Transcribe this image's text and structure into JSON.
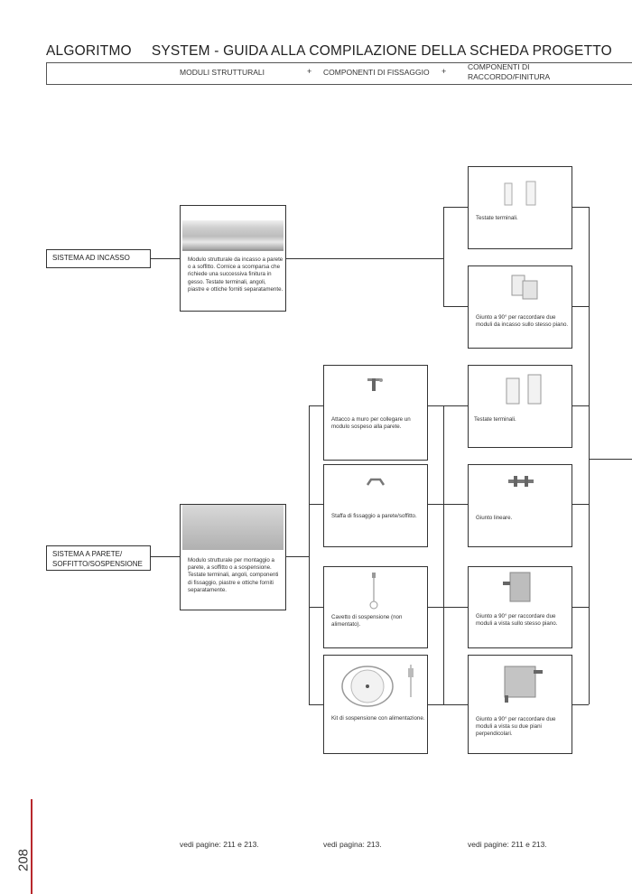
{
  "header": {
    "brand": "ALGORITMO",
    "title": "SYSTEM - GUIDA ALLA COMPILAZIONE DELLA SCHEDA PROGETTO",
    "col1": "MODULI STRUTTURALI",
    "col2": "COMPONENTI DI FISSAGGIO",
    "col3": "COMPONENTI DI RACCORDO/FINITURA",
    "plus": "+"
  },
  "systems": {
    "incasso": "SISTEMA AD INCASSO",
    "parete_line1": "SISTEMA A PARETE/",
    "parete_line2": "SOFFITTO/SOSPENSIONE"
  },
  "moduli": {
    "incasso_caption": "Modulo strutturale da incasso a parete o a soffitto. Cornice a scomparsa che richiede una successiva finitura in gesso. Testate terminali, angoli, piastre e ottiche forniti separatamente.",
    "parete_caption": "Modulo strutturale per montaggio a parete, a soffitto o a sospensione. Testate terminali, angoli, componenti di fissaggio, piastre e ottiche forniti separatamente."
  },
  "fissaggio": {
    "attacco": "Attacco a muro per collegare un modulo sospeso alla parete.",
    "staffa": "Staffa di fissaggio a parete/soffitto.",
    "cavetto": "Cavetto di sospensione (non alimentato).",
    "kit": "Kit di sospensione con alimentazione."
  },
  "raccordo": {
    "testate_incasso": "Testate terminali.",
    "giunto_incasso": "Giunto a 90° per raccordare due moduli da incasso sullo stesso piano.",
    "testate_vista": "Testate terminali.",
    "giunto_lineare": "Giunto lineare.",
    "giunto_stesso_piano": "Giunto a 90° per raccordare due moduli a vista sullo stesso piano.",
    "giunto_perpendicolari": "Giunto a 90° per raccordare due moduli a vista su due piani perpendicolari."
  },
  "footer": {
    "col1": "vedi pagine: 211 e 213.",
    "col2": "vedi pagina: 213.",
    "col3": "vedi pagine: 211 e 213."
  },
  "page_number": "208",
  "colors": {
    "accent_rule": "#b8282c",
    "lines": "#333333"
  }
}
